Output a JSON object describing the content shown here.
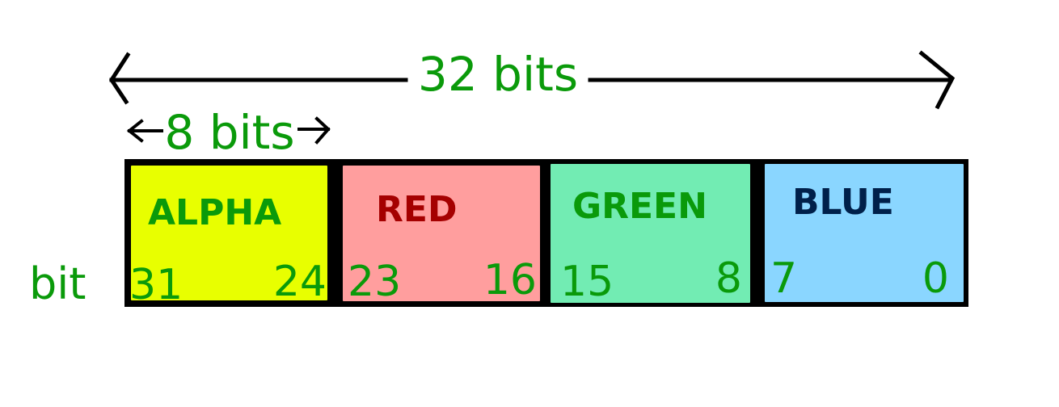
{
  "total_width_label": "32 bits",
  "field_width_label": "8 bits",
  "bit_axis_label": "bit",
  "fields": [
    {
      "name": "ALPHA",
      "high_bit": "31",
      "low_bit": "24",
      "fill": "#e8ff00",
      "name_color": "#0a9a0a"
    },
    {
      "name": "RED",
      "high_bit": "23",
      "low_bit": "16",
      "fill": "#ff9e9e",
      "name_color": "#a50000"
    },
    {
      "name": "GREEN",
      "high_bit": "15",
      "low_bit": "8",
      "fill": "#72ecb3",
      "name_color": "#0a9a0a"
    },
    {
      "name": "BLUE",
      "high_bit": "7",
      "low_bit": "0",
      "fill": "#8ad6ff",
      "name_color": "#00204a"
    }
  ],
  "colors": {
    "label_green": "#0a9a0a",
    "arrow": "#000000",
    "border": "#000000"
  }
}
